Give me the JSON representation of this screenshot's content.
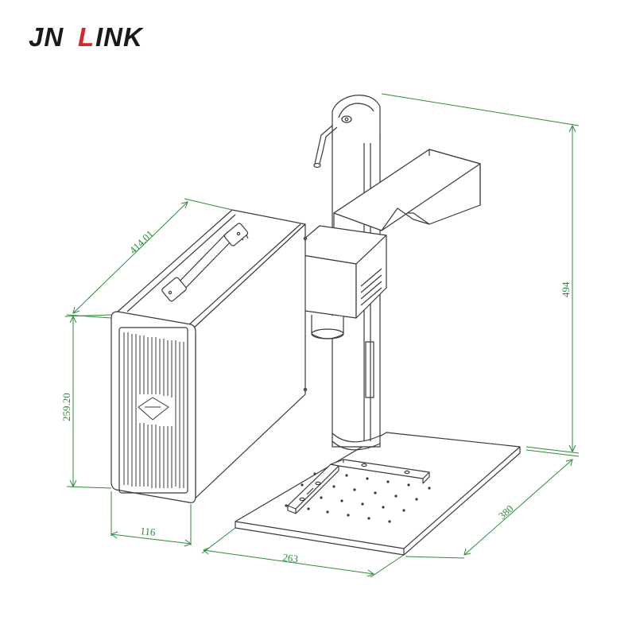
{
  "brand": {
    "logo_text": "JNLINK",
    "colors": {
      "black": "#1a1a1a",
      "red": "#d8262c"
    }
  },
  "dimensions": {
    "overall_height": "494",
    "base_depth": "380",
    "base_width": "263",
    "box_length": "414.01",
    "box_height": "259.20",
    "box_width": "116"
  },
  "colors": {
    "line": "#3a3a3a",
    "dimension": "#2e8b3a",
    "watermark": "#b8b8b8"
  }
}
